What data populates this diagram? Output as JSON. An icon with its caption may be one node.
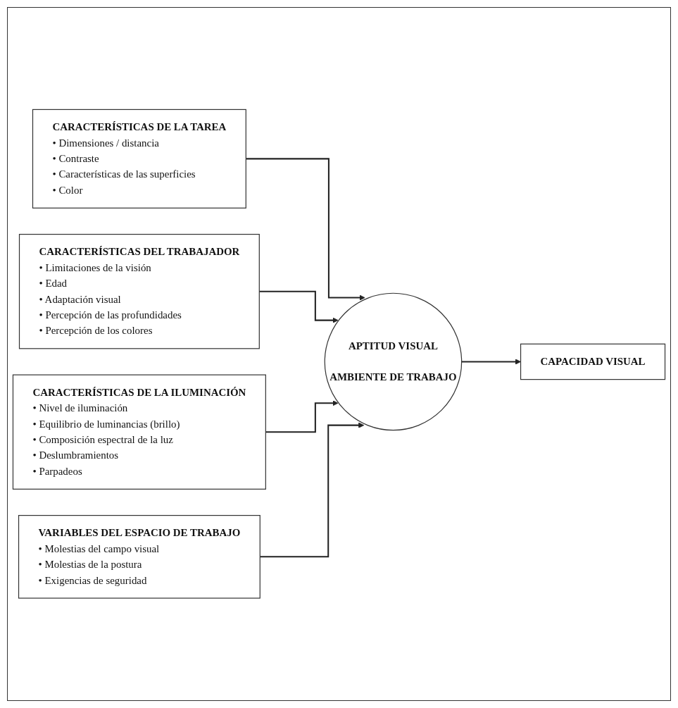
{
  "diagram": {
    "nodes": [
      {
        "text": [
          "CARACTERÍSTICAS DE LA TAREA",
          "• Dimensiones / distancia",
          "• Contraste",
          "• Características de las superficies",
          "• Color"
        ]
      },
      {
        "text": [
          "CARACTERÍSTICAS DEL TRABAJADOR",
          "• Limitaciones de la visión",
          "• Edad",
          "• Adaptación visual",
          "• Percepción de las profundidades",
          "• Percepción de los colores"
        ]
      },
      {
        "text": [
          "CARACTERÍSTICAS DE LA ILUMINACIÓN",
          "• Nivel de iluminación",
          "• Equilibrio de luminancias (brillo)",
          "• Composición espectral de la luz",
          "• Deslumbramientos",
          "• Parpadeos"
        ]
      },
      {
        "text": [
          "VARIABLES DEL ESPACIO DE TRABAJO",
          "• Molestias del campo visual",
          "• Molestias de la postura",
          "• Exigencias de seguridad"
        ]
      },
      {
        "text": [
          "APTITUD VISUAL",
          "AMBIENTE DE TRABAJO"
        ]
      },
      {
        "text": [
          "CAPACIDAD VISUAL"
        ]
      }
    ],
    "edges": [
      {
        "from": 0,
        "to": 4,
        "arrow": "to"
      },
      {
        "from": 1,
        "to": 4,
        "arrow": "to"
      },
      {
        "from": 2,
        "to": 4,
        "arrow": "to"
      },
      {
        "from": 3,
        "to": 4,
        "arrow": "to"
      },
      {
        "from": 4,
        "to": 5,
        "arrow": "to"
      }
    ]
  }
}
